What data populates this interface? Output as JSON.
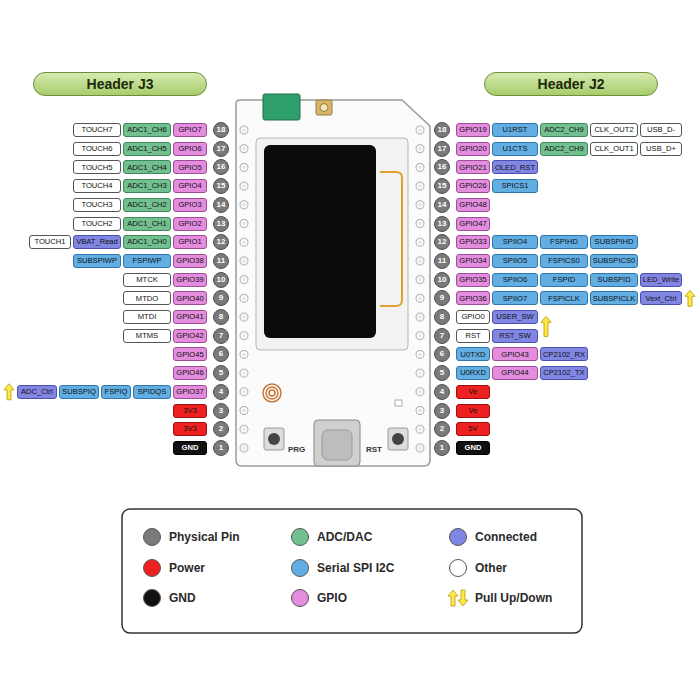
{
  "diagram": {
    "nodes": [
      {
        "text": [
          "Header J3"
        ]
      },
      {
        "text": [
          "Header J2"
        ]
      },
      {
        "text": [
          "TOUCH7"
        ]
      },
      {
        "text": [
          "ADC1_CH6"
        ]
      },
      {
        "text": [
          "GPIO7"
        ]
      },
      {
        "text": [
          "18"
        ]
      },
      {
        "text": [
          "18"
        ]
      },
      {
        "text": [
          "GPIO19"
        ]
      },
      {
        "text": [
          "U1RST"
        ]
      },
      {
        "text": [
          "ADC2_CH9"
        ]
      },
      {
        "text": [
          "CLK_OUT2"
        ]
      },
      {
        "text": [
          "USB_D-"
        ]
      },
      {
        "text": [
          "TOUCH6"
        ]
      },
      {
        "text": [
          "ADC1_CH5"
        ]
      },
      {
        "text": [
          "GPIO6"
        ]
      },
      {
        "text": [
          "17"
        ]
      },
      {
        "text": [
          "17"
        ]
      },
      {
        "text": [
          "GPIO20"
        ]
      },
      {
        "text": [
          "U1CTS"
        ]
      },
      {
        "text": [
          "ADC2_CH9"
        ]
      },
      {
        "text": [
          "CLK_OUT1"
        ]
      },
      {
        "text": [
          "USB_D+"
        ]
      },
      {
        "text": [
          "TOUCH5"
        ]
      },
      {
        "text": [
          "ADC1_CH4"
        ]
      },
      {
        "text": [
          "GPIO5"
        ]
      },
      {
        "text": [
          "16"
        ]
      },
      {
        "text": [
          "16"
        ]
      },
      {
        "text": [
          "GPIO21"
        ]
      },
      {
        "text": [
          "OLED_RST"
        ]
      },
      {
        "text": [
          "TOUCH4"
        ]
      },
      {
        "text": [
          "ADC1_CH3"
        ]
      },
      {
        "text": [
          "GPIO4"
        ]
      },
      {
        "text": [
          "15"
        ]
      },
      {
        "text": [
          "15"
        ]
      },
      {
        "text": [
          "GPIO26"
        ]
      },
      {
        "text": [
          "SPICS1"
        ]
      },
      {
        "text": [
          "TOUCH3"
        ]
      },
      {
        "text": [
          "ADC1_CH2"
        ]
      },
      {
        "text": [
          "GPIO3"
        ]
      },
      {
        "text": [
          "14"
        ]
      },
      {
        "text": [
          "14"
        ]
      },
      {
        "text": [
          "GPIO48"
        ]
      },
      {
        "text": [
          "TOUCH2"
        ]
      },
      {
        "text": [
          "ADC1_CH1"
        ]
      },
      {
        "text": [
          "GPIO2"
        ]
      },
      {
        "text": [
          "13"
        ]
      },
      {
        "text": [
          "13"
        ]
      },
      {
        "text": [
          "GPIO47"
        ]
      },
      {
        "text": [
          "TOUCH1"
        ]
      },
      {
        "text": [
          "VBAT_Read"
        ]
      },
      {
        "text": [
          "ADC1_CH0"
        ]
      },
      {
        "text": [
          "GPIO1"
        ]
      },
      {
        "text": [
          "12"
        ]
      },
      {
        "text": [
          "12"
        ]
      },
      {
        "text": [
          "GPIO33"
        ]
      },
      {
        "text": [
          "SPIIO4"
        ]
      },
      {
        "text": [
          "FSPIHD"
        ]
      },
      {
        "text": [
          "SUBSPIHD"
        ]
      },
      {
        "text": [
          "SUBSPIWP"
        ]
      },
      {
        "text": [
          "FSPIWP"
        ]
      },
      {
        "text": [
          "GPIO38"
        ]
      },
      {
        "text": [
          "11"
        ]
      },
      {
        "text": [
          "11"
        ]
      },
      {
        "text": [
          "GPIO34"
        ]
      },
      {
        "text": [
          "SPIIO5"
        ]
      },
      {
        "text": [
          "FSPICS0"
        ]
      },
      {
        "text": [
          "SUBSPICS0"
        ]
      },
      {
        "text": [
          "MTCK"
        ]
      },
      {
        "text": [
          "GPIO39"
        ]
      },
      {
        "text": [
          "10"
        ]
      },
      {
        "text": [
          "10"
        ]
      },
      {
        "text": [
          "GPIO35"
        ]
      },
      {
        "text": [
          "SPIIO6"
        ]
      },
      {
        "text": [
          "FSPID"
        ]
      },
      {
        "text": [
          "SUBSPID"
        ]
      },
      {
        "text": [
          "LED_Write"
        ]
      },
      {
        "text": [
          "MTDO"
        ]
      },
      {
        "text": [
          "GPIO40"
        ]
      },
      {
        "text": [
          "9"
        ]
      },
      {
        "text": [
          "9"
        ]
      },
      {
        "text": [
          "GPIO36"
        ]
      },
      {
        "text": [
          "SPIIO7"
        ]
      },
      {
        "text": [
          "FSPICLK"
        ]
      },
      {
        "text": [
          "SUBSPICLK"
        ]
      },
      {
        "text": [
          "Vext_Ctrl"
        ]
      },
      {
        "text": [
          "MTDI"
        ]
      },
      {
        "text": [
          "GPIO41"
        ]
      },
      {
        "text": [
          "8"
        ]
      },
      {
        "text": [
          "8"
        ]
      },
      {
        "text": [
          "GPIO0"
        ]
      },
      {
        "text": [
          "USER_SW"
        ]
      },
      {
        "text": [
          "MTMS"
        ]
      },
      {
        "text": [
          "GPIO42"
        ]
      },
      {
        "text": [
          "7"
        ]
      },
      {
        "text": [
          "7"
        ]
      },
      {
        "text": [
          "RST"
        ]
      },
      {
        "text": [
          "RST_SW"
        ]
      },
      {
        "text": [
          "GPIO45"
        ]
      },
      {
        "text": [
          "6"
        ]
      },
      {
        "text": [
          "6"
        ]
      },
      {
        "text": [
          "U0TXD"
        ]
      },
      {
        "text": [
          "GPIO43"
        ]
      },
      {
        "text": [
          "CP2102_RX"
        ]
      },
      {
        "text": [
          "GPIO46"
        ]
      },
      {
        "text": [
          "5"
        ]
      },
      {
        "text": [
          "5"
        ]
      },
      {
        "text": [
          "U0RXD"
        ]
      },
      {
        "text": [
          "GPIO44"
        ]
      },
      {
        "text": [
          "CP2102_TX"
        ]
      },
      {
        "text": [
          "ADC_Ctrl"
        ]
      },
      {
        "text": [
          "SUBSPIQ"
        ]
      },
      {
        "text": [
          "FSPIQ"
        ]
      },
      {
        "text": [
          "SPIDQS"
        ]
      },
      {
        "text": [
          "GPIO37"
        ]
      },
      {
        "text": [
          "4"
        ]
      },
      {
        "text": [
          "4"
        ]
      },
      {
        "text": [
          "Ve"
        ]
      },
      {
        "text": [
          "3V3"
        ]
      },
      {
        "text": [
          "3"
        ]
      },
      {
        "text": [
          "3"
        ]
      },
      {
        "text": [
          "Ve"
        ]
      },
      {
        "text": [
          "3V3"
        ]
      },
      {
        "text": [
          "2"
        ]
      },
      {
        "text": [
          "2"
        ]
      },
      {
        "text": [
          "5V"
        ]
      },
      {
        "text": [
          "GND"
        ]
      },
      {
        "text": [
          "1"
        ]
      },
      {
        "text": [
          "1"
        ]
      },
      {
        "text": [
          "GND"
        ]
      }
    ],
    "labels": [
      "PRG",
      "RST"
    ],
    "legend": [
      {
        "text": "Physical Pin",
        "color": "#7a7a7a"
      },
      {
        "text": "Power",
        "color": "#ef2020"
      },
      {
        "text": "GND",
        "color": "#111111"
      },
      {
        "text": "ADC/DAC",
        "color": "#72c08f"
      },
      {
        "text": "Serial SPI I2C",
        "color": "#62aee3"
      },
      {
        "text": "GPIO",
        "color": "#e48ddf"
      },
      {
        "text": "Connected",
        "color": "#8286e3"
      },
      {
        "text": "Other",
        "color": "#ffffff"
      },
      {
        "text": "Pull Up/Down"
      }
    ]
  }
}
